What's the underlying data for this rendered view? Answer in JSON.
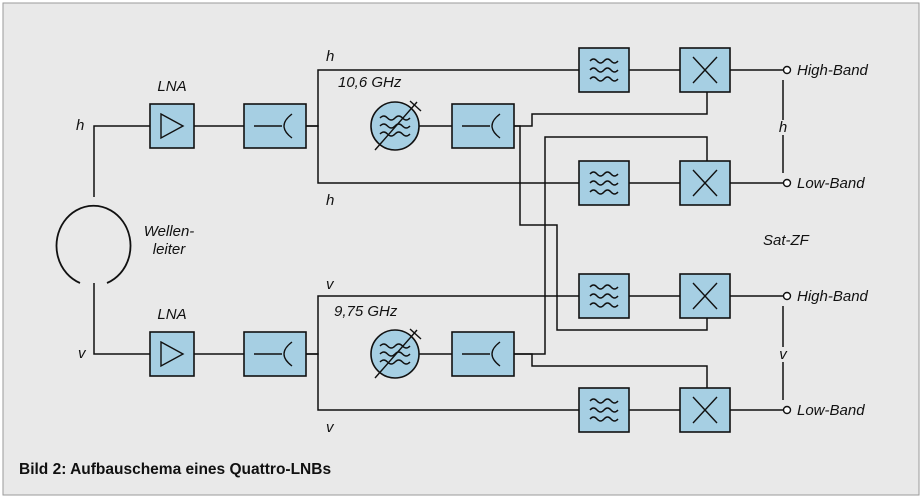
{
  "figure": {
    "caption": "Bild 2: Aufbauschema eines Quattro-LNBs",
    "colors": {
      "frame": "#e9e9e9",
      "block_fill": "#a6cfe3",
      "line": "#111111"
    }
  },
  "labels": {
    "lna_top": "LNA",
    "lna_bottom": "LNA",
    "waveguide_line1": "Wellen-",
    "waveguide_line2": "leiter",
    "pol_h_input": "h",
    "pol_v_input": "v",
    "pol_h_upper": "h",
    "pol_h_lower": "h",
    "pol_v_upper": "v",
    "pol_v_lower": "v",
    "lo_top_freq": "10,6 GHz",
    "lo_bottom_freq": "9,75 GHz",
    "out_h_high": "High-Band",
    "out_h_low": "Low-Band",
    "out_v_high": "High-Band",
    "out_v_low": "Low-Band",
    "group_h": "h",
    "group_v": "v",
    "sat_zf": "Sat-ZF"
  },
  "components": {
    "amplifier_icon": "triangle-amplifier",
    "splitter_icon": "power-splitter",
    "oscillator_icon": "tunable-oscillator",
    "filter_icon": "bandpass-filter-waves",
    "mixer_icon": "mixer-cross"
  }
}
